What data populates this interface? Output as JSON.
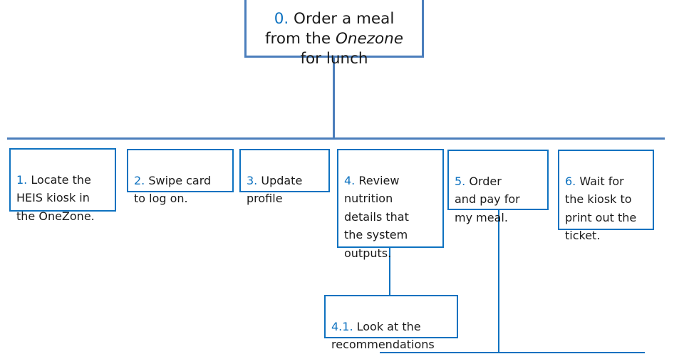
{
  "colors": {
    "steel_blue": "#4B7EBC",
    "vivid_blue": "#0E72C0",
    "text_color": "#1a1a1a",
    "bg": "#ffffff"
  },
  "root": {
    "num": "0.",
    "pre": " Order a meal\nfrom the ",
    "italic": "Onezone",
    "post": "\nfor lunch"
  },
  "tasks": [
    {
      "num": "1.",
      "text": " Locate the\nHEIS kiosk in\nthe OneZone."
    },
    {
      "num": "2.",
      "text": " Swipe card\nto log on."
    },
    {
      "num": "3.",
      "text": " Update\nprofile"
    },
    {
      "num": "4.",
      "text": " Review\nnutrition\ndetails that\nthe system\noutputs."
    },
    {
      "num": "5.",
      "text": " Order\nand pay for\nmy meal."
    },
    {
      "num": "6.",
      "text": " Wait for\nthe kiosk to\nprint out the\nticket."
    }
  ],
  "subtask": {
    "num": "4.1.",
    "text": " Look at the\nrecommendations"
  }
}
